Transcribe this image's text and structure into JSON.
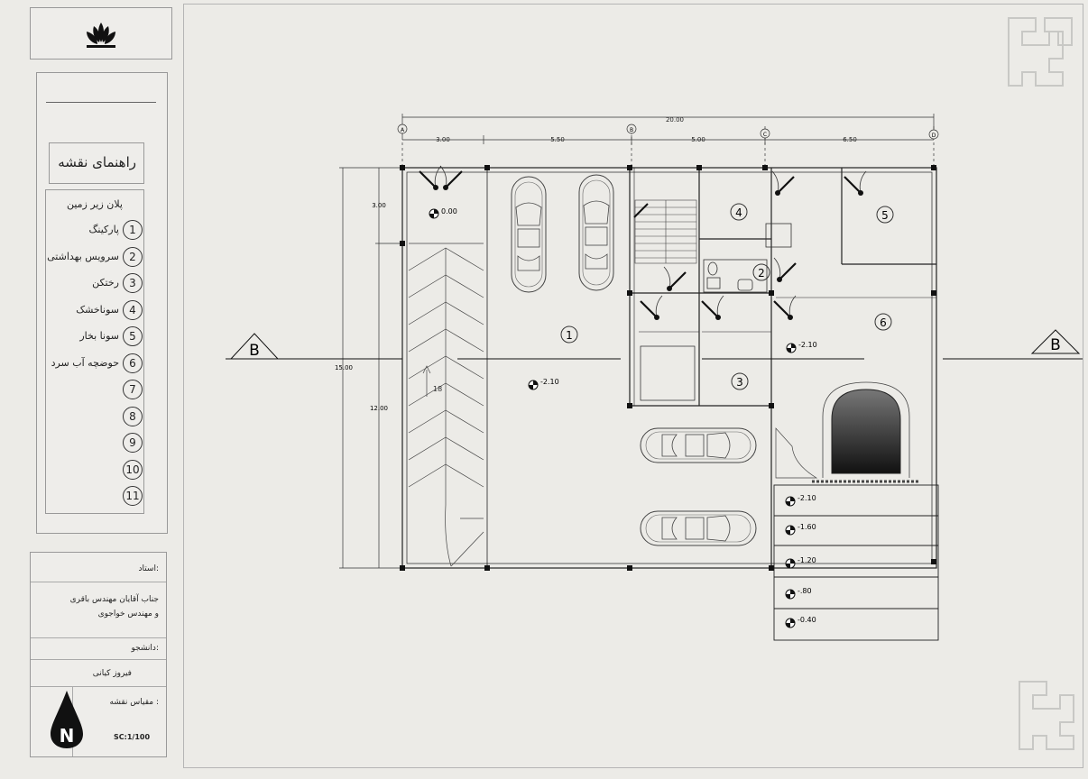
{
  "legend": {
    "title": "راهنمای نقشه",
    "subtitle": "پلان زیر زمین",
    "items": [
      {
        "num": "1",
        "label": "پارکینگ"
      },
      {
        "num": "2",
        "label": "سرویس بهداشتی"
      },
      {
        "num": "3",
        "label": "رختکن"
      },
      {
        "num": "4",
        "label": "سوناخشک"
      },
      {
        "num": "5",
        "label": "سونا بخار"
      },
      {
        "num": "6",
        "label": "حوضچه آب سرد"
      },
      {
        "num": "7",
        "label": ""
      },
      {
        "num": "8",
        "label": ""
      },
      {
        "num": "9",
        "label": ""
      },
      {
        "num": "10",
        "label": ""
      },
      {
        "num": "11",
        "label": ""
      }
    ]
  },
  "title_block": {
    "professor_label": "استاد:",
    "professor_line1": "جناب آقایان مهندس باقری",
    "professor_line2": "و مهندس خواجوی",
    "student_label": "دانشجو:",
    "student_name": "فیروز کیانی",
    "scale_label": "مقیاس نقشه :",
    "scale_value": "SC:1/100",
    "north_letter": "N"
  },
  "plan": {
    "dimensions": {
      "overall": "20.00",
      "d1": "3.00",
      "d2": "5.50",
      "d3": "5.00",
      "d4": "6.50",
      "left_total": "15.00",
      "left_top": "3.00",
      "left_bottom": "12.00"
    },
    "axes": [
      "A",
      "B",
      "C",
      "D"
    ],
    "section_marks": [
      "B",
      "B"
    ],
    "room_numbers": [
      "1",
      "2",
      "3",
      "4",
      "5",
      "6"
    ],
    "levels": {
      "entry": "0.00",
      "parking": "-2.10",
      "pool": "-2.10",
      "steps": [
        "-2.10",
        "-1.60",
        "-1.20",
        "-.80",
        "-0.40"
      ]
    },
    "ramp_slope": "18"
  }
}
